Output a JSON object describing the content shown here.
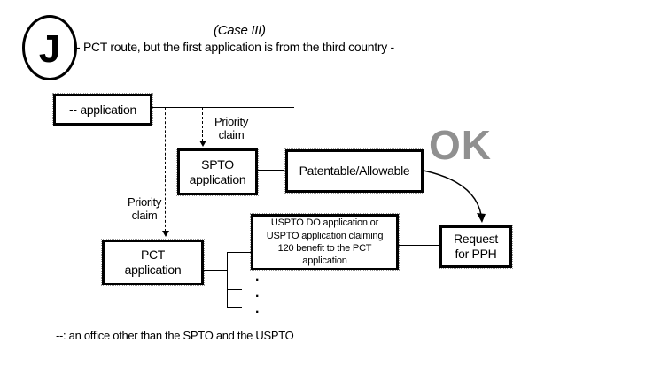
{
  "badge": {
    "letter": "J"
  },
  "header": {
    "case_label": "(Case III)",
    "subtitle": "- PCT route, but the first application is from the third country -"
  },
  "nodes": {
    "first_application": "-- application",
    "spto_application": "SPTO\napplication",
    "patentable": "Patentable/Allowable",
    "pct_application": "PCT\napplication",
    "uspto_application": "USPTO DO application or\nUSPTO application claiming\n120 benefit to the PCT\napplication",
    "request_pph": "Request\nfor PPH"
  },
  "labels": {
    "priority_claim_spto": "Priority\nclaim",
    "priority_claim_pct": "Priority\nclaim",
    "ok": "OK",
    "dot": "."
  },
  "footnote": "--: an office other than the SPTO and the USPTO",
  "colors": {
    "ok_gray": "#909090",
    "line_black": "#000000"
  }
}
